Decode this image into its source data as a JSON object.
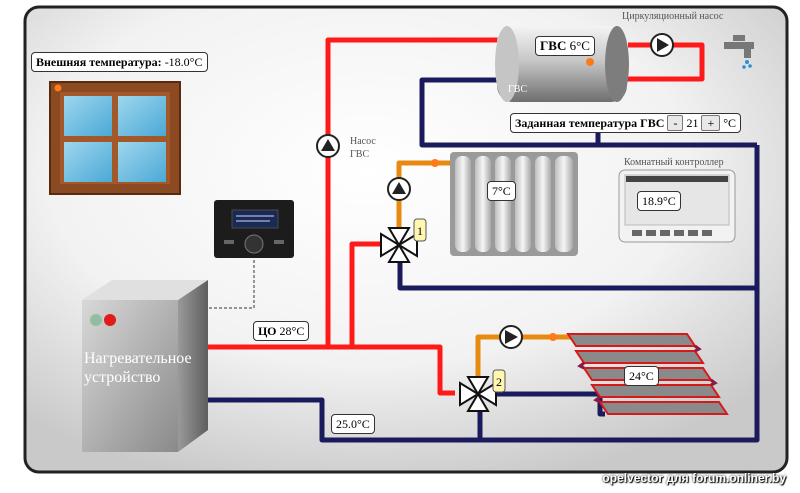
{
  "outside_temp": {
    "label": "Внешняя температура:",
    "value": "-18.0°C"
  },
  "dhw_tank": {
    "label": "ГВС",
    "value": "6°C",
    "caption": "ГВС"
  },
  "circulation_pump": {
    "label": "Циркуляционный насос"
  },
  "dhw_pump": {
    "line1": "Насос",
    "line2": "ГВС"
  },
  "dhw_setpoint": {
    "label": "Заданная температура ГВС",
    "minus": "-",
    "value": "21",
    "plus": "+",
    "unit": "°C"
  },
  "radiator": {
    "temp": "7°C"
  },
  "room_controller": {
    "label": "Комнатный контроллер",
    "temp": "18.9°C"
  },
  "valve1": {
    "number": "1"
  },
  "valve2": {
    "number": "2"
  },
  "heater": {
    "label": "Нагревательное устройство"
  },
  "central_heating": {
    "label": "ЦО",
    "value": "28°C"
  },
  "return_temp": {
    "value": "25.0°C"
  },
  "floor_heating": {
    "temp": "24°C"
  },
  "watermark": "opelvector для forum.onliner.by",
  "colors": {
    "supply": "#ff1a1a",
    "return": "#1a1a5c",
    "circuit": "#e88a10",
    "panel_border": "#222222"
  }
}
